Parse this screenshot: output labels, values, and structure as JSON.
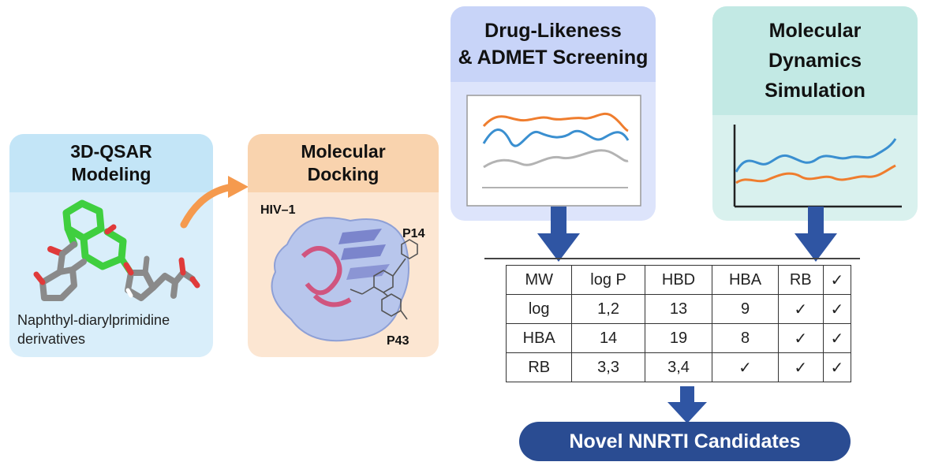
{
  "panels": {
    "qsar": {
      "title_lines": [
        "3D-QSAR",
        "Modeling"
      ],
      "caption_lines": [
        "Naphthyl-diarylprimidine",
        "derivatives"
      ]
    },
    "docking": {
      "title_lines": [
        "Molecular",
        "Docking"
      ],
      "labels": {
        "target": "HIV–1",
        "pocket_a": "P14",
        "pocket_b": "P43"
      }
    },
    "admet": {
      "title_lines": [
        "Drug-Likeness",
        "& ADMET Screening"
      ]
    },
    "md": {
      "title_lines": [
        "Molecular",
        "Dynamics",
        "Simulation"
      ]
    }
  },
  "results_table": {
    "rows": [
      [
        "MW",
        "log P",
        "HBD",
        "HBA",
        "RB",
        "✓"
      ],
      [
        "log",
        "1,2",
        "13",
        "9",
        "✓",
        "✓"
      ],
      [
        "HBA",
        "14",
        "19",
        "8",
        "✓",
        "✓"
      ],
      [
        "RB",
        "3,3",
        "3,4",
        "✓",
        "✓",
        "✓"
      ]
    ]
  },
  "output": {
    "label": "Novel NNRTI Candidates"
  },
  "colors": {
    "qsar_bg": "#d9eefa",
    "qsar_head": "#c3e5f7",
    "dock_bg": "#fce6d2",
    "dock_head": "#f9d3ae",
    "admet_bg": "#dde4fb",
    "admet_head": "#c8d4f8",
    "md_bg": "#d9f1ee",
    "md_head": "#c2e9e4",
    "arrow_blue": "#2f55a3",
    "arrow_orange": "#f59a4e",
    "series_orange": "#ef7d2e",
    "series_blue": "#3a8fd0",
    "series_gray": "#b3b3b3"
  }
}
